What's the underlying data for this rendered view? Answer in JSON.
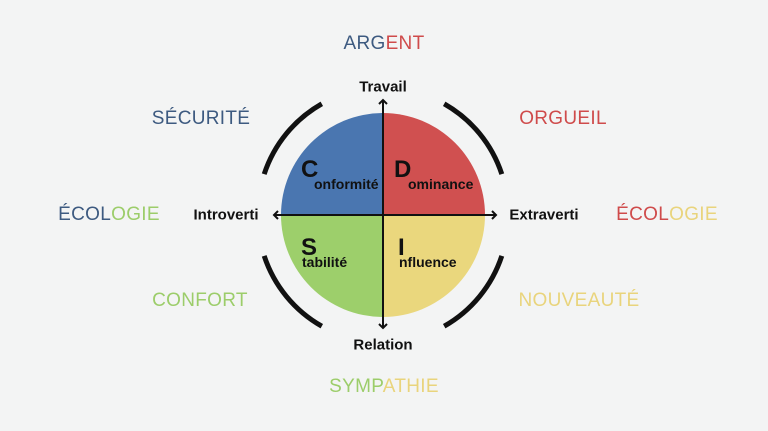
{
  "colors": {
    "background": "#f3f4f4",
    "dark_blue": "#3d5a80",
    "red": "#cf4b4b",
    "green": "#9ccd6a",
    "yellow": "#e9d47c",
    "quadrant_blue": "#4a76b0",
    "quadrant_red": "#d05050",
    "quadrant_green": "#9dcf6b",
    "quadrant_yellow": "#ead77d",
    "ink": "#111111"
  },
  "axes": {
    "top": "Travail",
    "bottom": "Relation",
    "left": "Introverti",
    "right": "Extraverti"
  },
  "quadrants": {
    "conformite": {
      "letter": "C",
      "rest": "onformité"
    },
    "dominance": {
      "letter": "D",
      "rest": "ominance"
    },
    "stabilite": {
      "letter": "S",
      "rest": "tabilité"
    },
    "influence": {
      "letter": "I",
      "rest": "nfluence"
    }
  },
  "motivations": {
    "argent": {
      "parts": [
        "ARG",
        "ENT"
      ]
    },
    "securite": {
      "parts": [
        "SÉCURITÉ"
      ]
    },
    "orgueil": {
      "parts": [
        "ORGUEIL"
      ]
    },
    "ecologie_left": {
      "parts": [
        "ÉCOL",
        "OGIE"
      ]
    },
    "ecologie_right": {
      "parts": [
        "ÉCOL",
        "OGIE"
      ]
    },
    "confort": {
      "parts": [
        "CONFORT"
      ]
    },
    "nouveaute": {
      "parts": [
        "NOUVEAUTÉ"
      ]
    },
    "sympathie": {
      "parts": [
        "SYMP",
        "ATHIE"
      ]
    }
  }
}
